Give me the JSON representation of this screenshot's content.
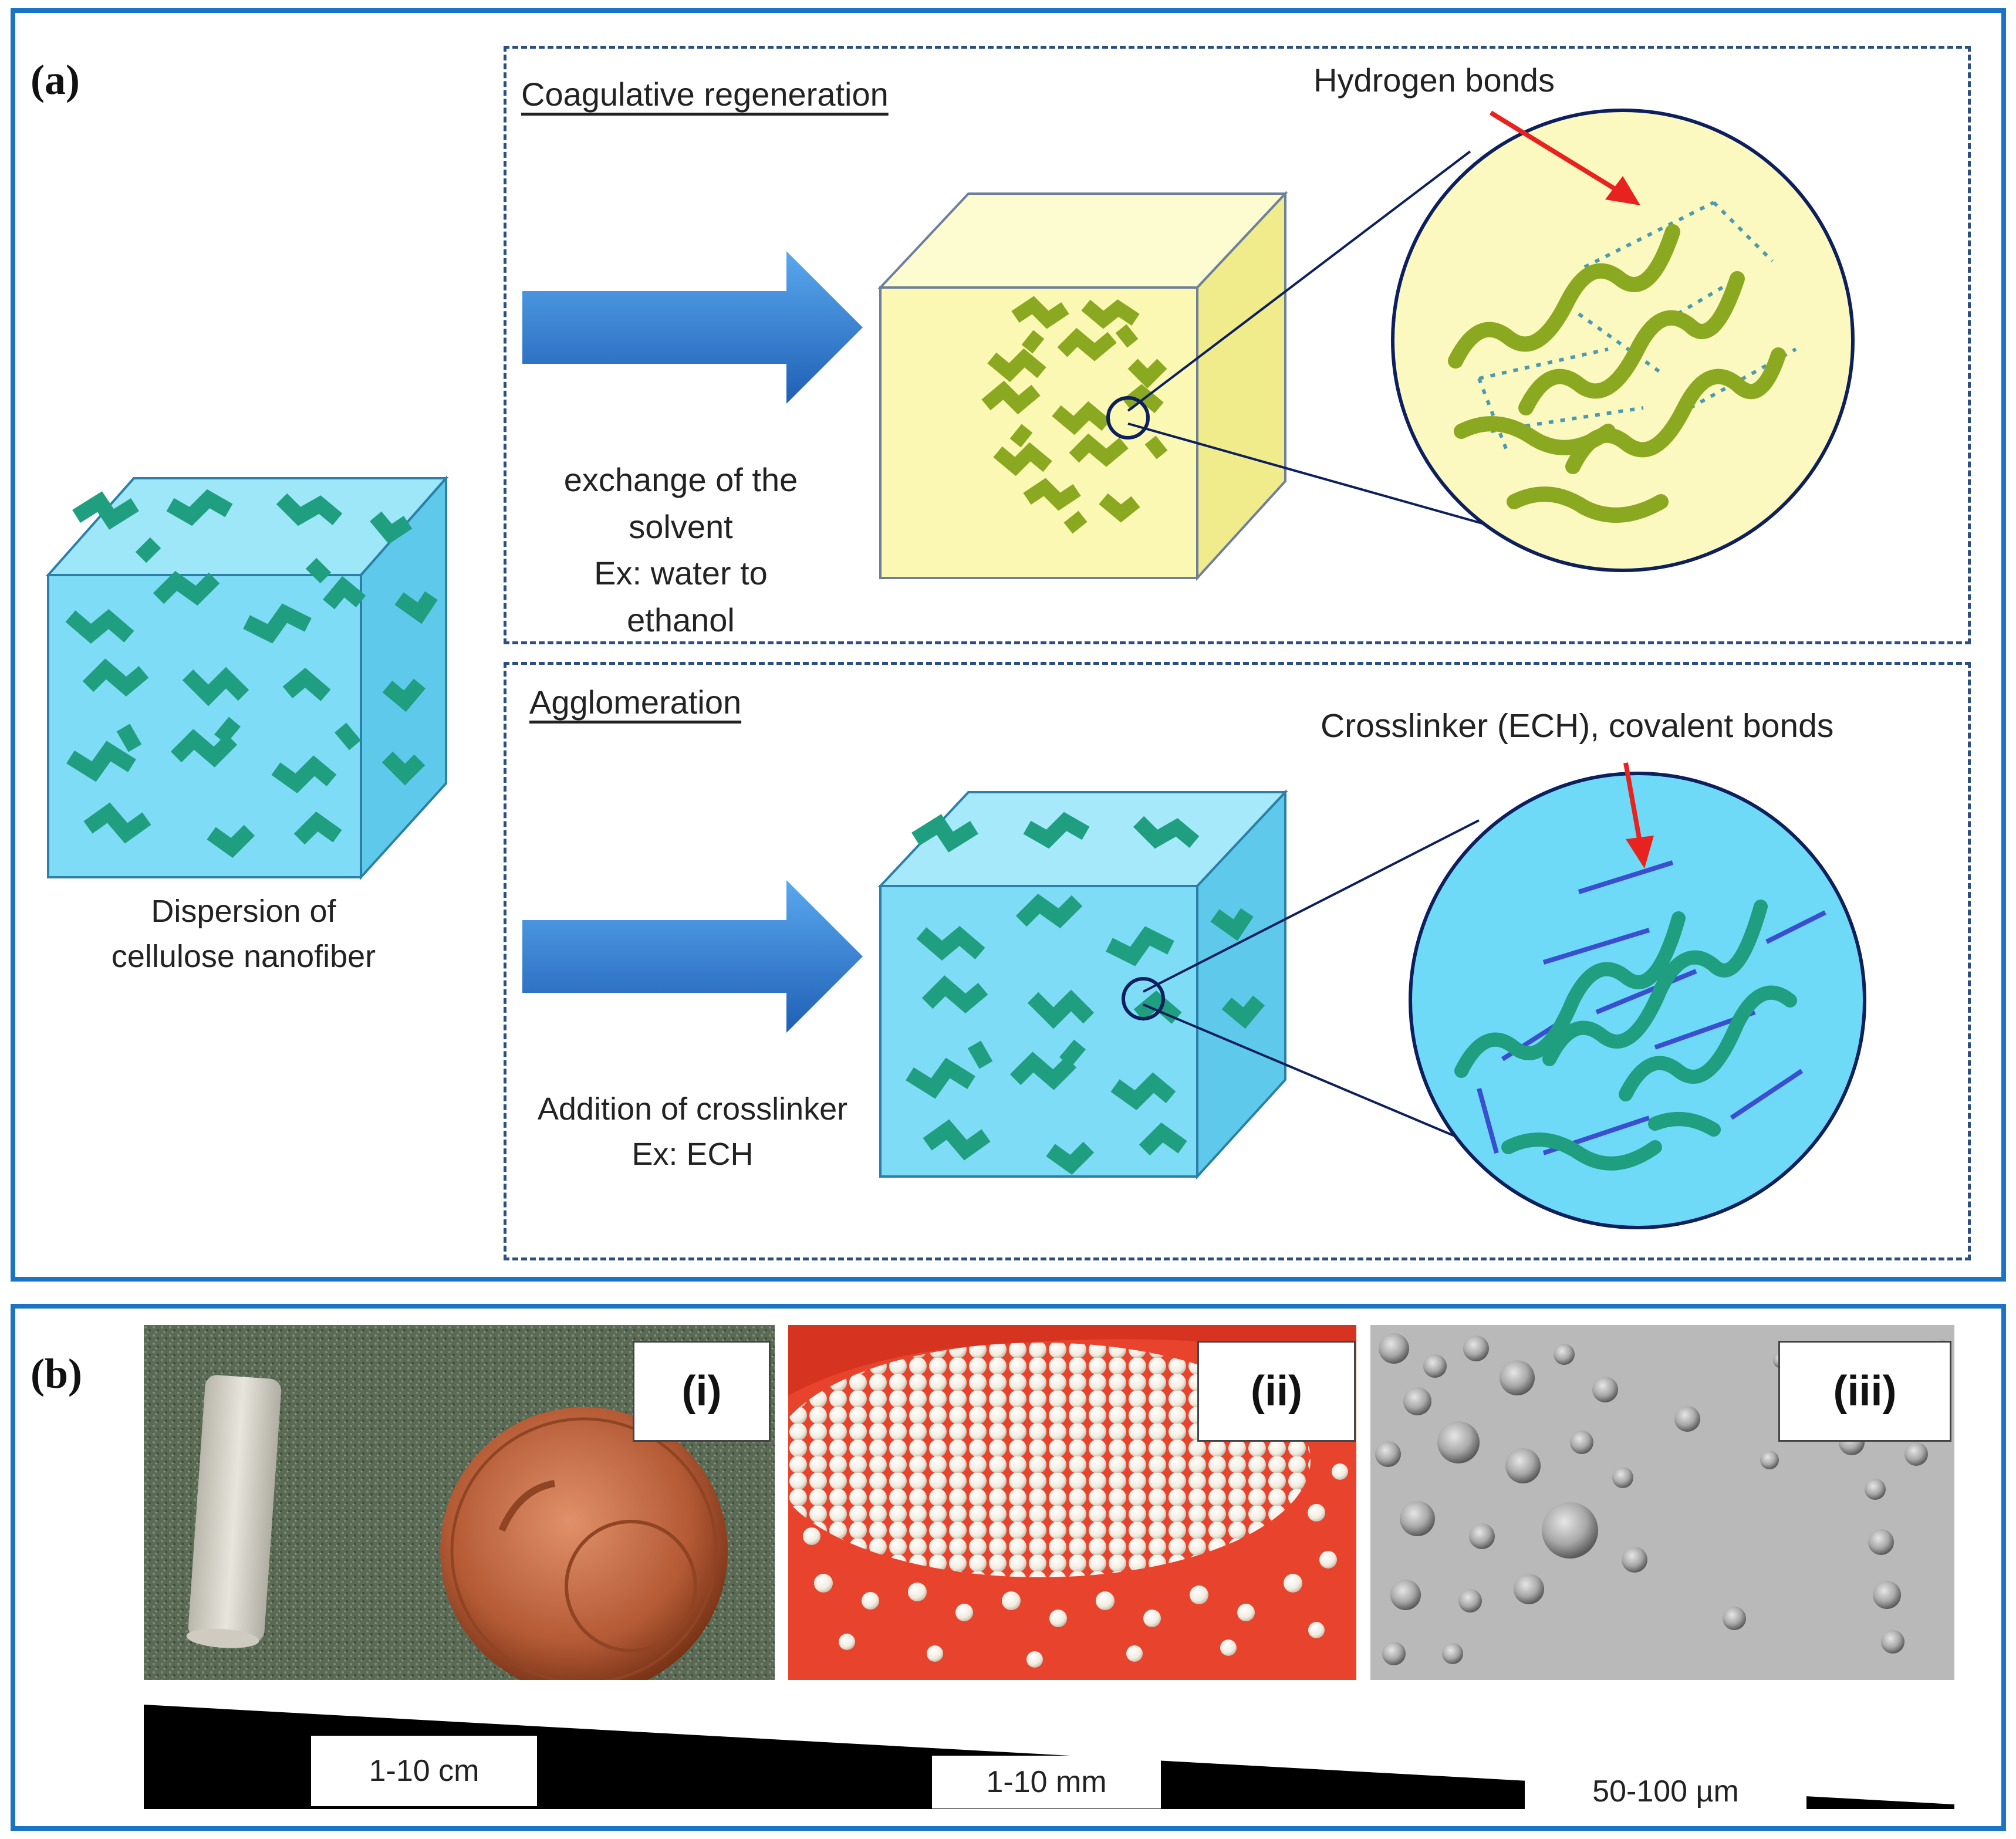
{
  "panel_a": {
    "label": "(a)",
    "source": {
      "caption_line1": "Dispersion of",
      "caption_line2": "cellulose nanofiber"
    },
    "coagulative": {
      "title": "Coagulative regeneration",
      "step_line1": "exchange of the",
      "step_line2": "solvent",
      "step_line3": "Ex: water to",
      "step_line4": "ethanol",
      "callout": "Hydrogen bonds"
    },
    "agglomeration": {
      "title": "Agglomeration",
      "step_line1": "Addition of crosslinker",
      "step_line2": "Ex: ECH",
      "callout": "Crosslinker (ECH), covalent bonds"
    }
  },
  "panel_b": {
    "label": "(b)",
    "photos": [
      {
        "tag": "(i)"
      },
      {
        "tag": "(ii)"
      },
      {
        "tag": "(iii)"
      }
    ],
    "scale": [
      "1-10 cm",
      "1-10 mm",
      "50-100 µm"
    ]
  },
  "colors": {
    "panel_border": "#1a73c4",
    "dash_border": "#2c4f82",
    "cube_blue": "#7fdcf6",
    "cube_yellow": "#fbf8b4",
    "fiber_teal": "#1f9e80",
    "fiber_green": "#8aa820",
    "arrow_blue": "#2f7fd6",
    "callout_red": "#e8231f",
    "crosslink": "#3a4fd0"
  }
}
